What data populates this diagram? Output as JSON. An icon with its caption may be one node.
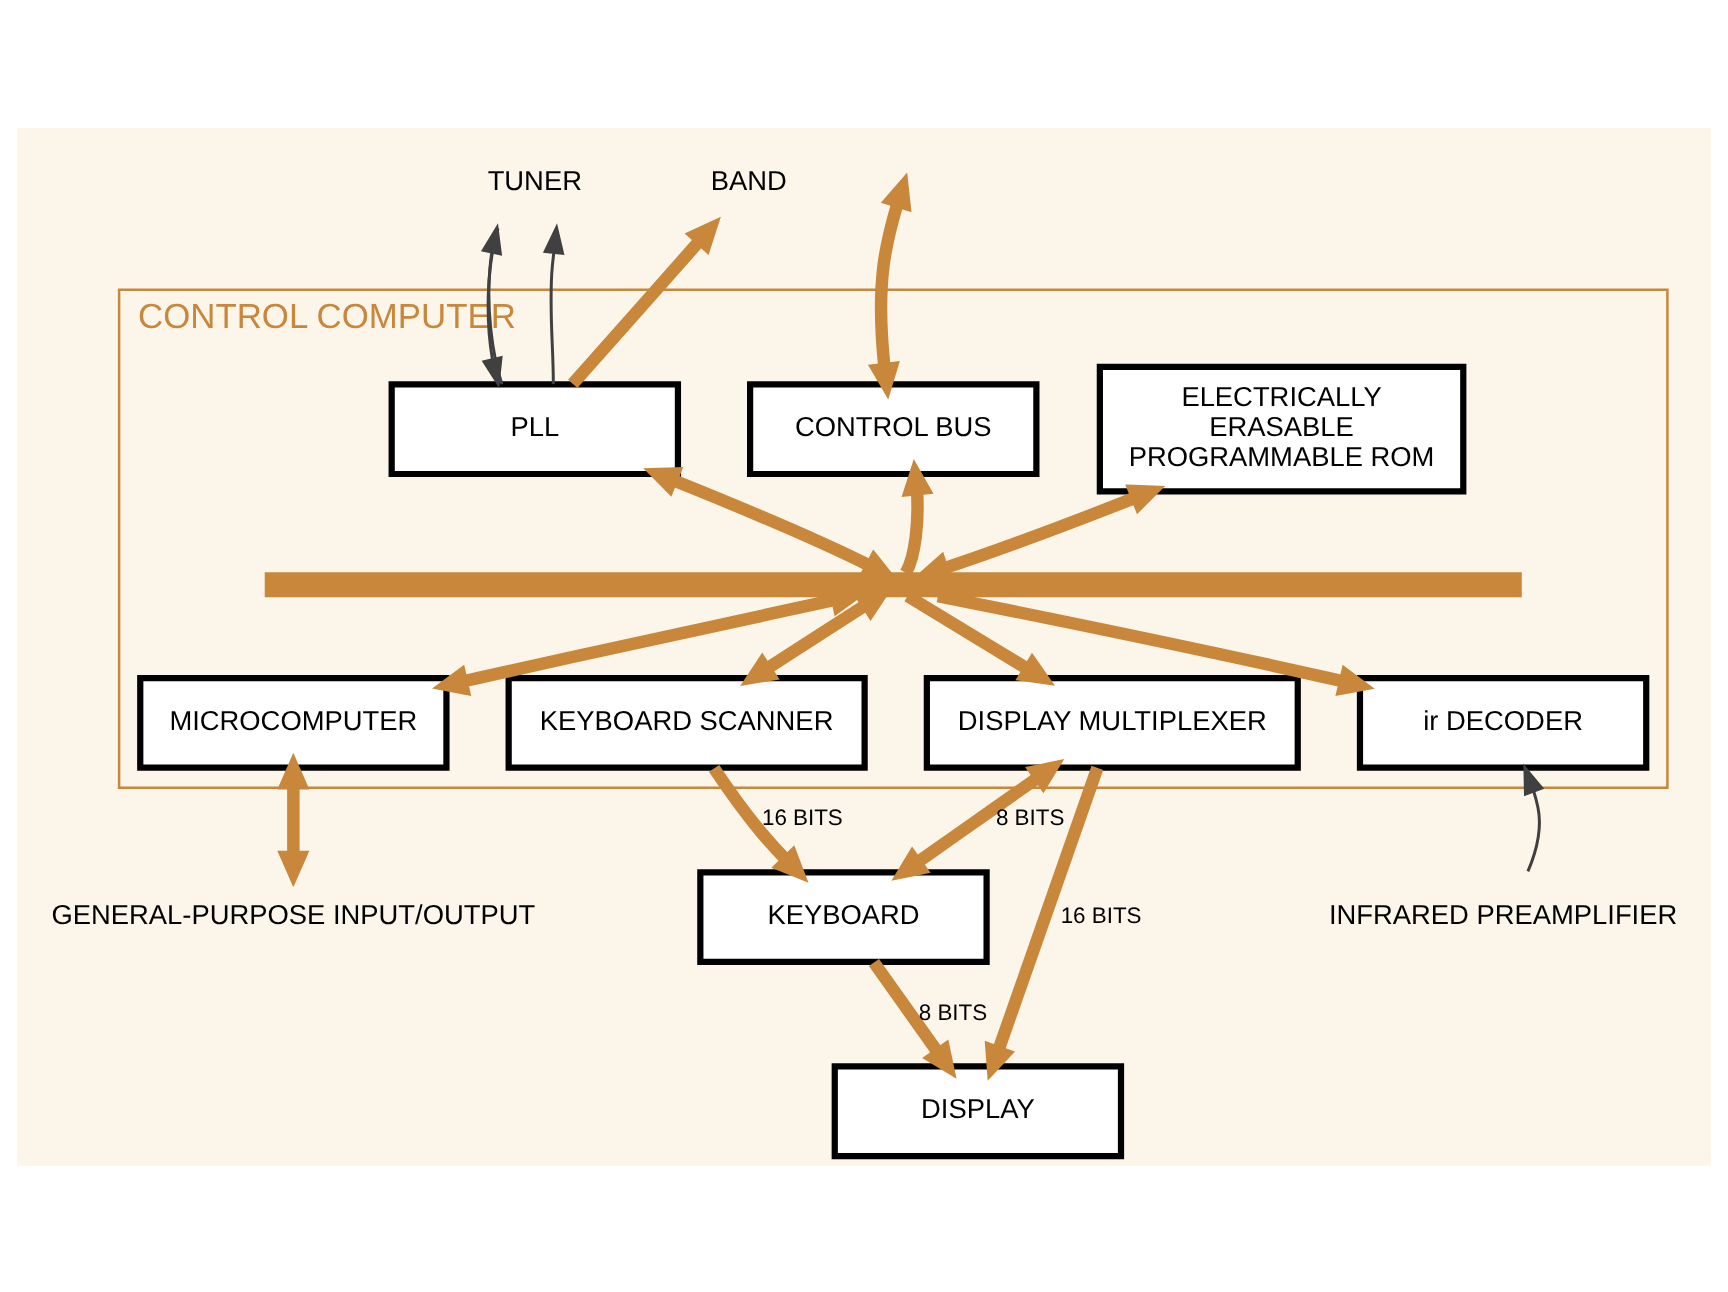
{
  "diagram": {
    "nodes": [
      {
        "text": [
          "CONTROL COMPUTER"
        ]
      },
      {
        "text": [
          "ELECTRICALLY ERASABLE PROGRAMMABLE ROM"
        ],
        "in": 0
      },
      {
        "text": [
          "PLL"
        ],
        "in": 0
      },
      {
        "text": [
          "CONTROL BUS"
        ],
        "in": 0
      },
      {
        "text": [
          "MICROCOMPUTER"
        ],
        "in": 0
      },
      {
        "text": [
          "KEYBOARD SCANNER"
        ],
        "in": 0
      },
      {
        "text": [
          "DISPLAY MULTIPLEXER"
        ],
        "in": 0
      },
      {
        "text": [
          "ir DECODER"
        ],
        "in": 0
      },
      {
        "text": [
          "KEYBOARD"
        ]
      },
      {
        "text": [
          "DISPLAY"
        ]
      },
      {
        "text": [
          "TUNER"
        ]
      },
      {
        "text": [
          "BAND"
        ]
      },
      {
        "text": [
          "INFRARED PREAMPLIFIER"
        ]
      },
      {
        "text": [
          "GENERAL-PURPOSE INPUT/OUTPUT"
        ]
      },
      {
        "text": [],
        "shape": "bar",
        "in": 0
      }
    ],
    "edges": [
      {
        "from": 10,
        "to": 2,
        "arrow": "to",
        "color": "#404040"
      },
      {
        "from": 2,
        "to": 10,
        "arrow": "to",
        "color": "#404040"
      },
      {
        "from": 2,
        "to": 10,
        "arrow": "to",
        "color": "#404040"
      },
      {
        "from": 2,
        "to": 11,
        "arrow": "to"
      },
      {
        "from": 3,
        "to": null,
        "arrow": "both"
      },
      {
        "from": 14,
        "to": 1,
        "arrow": "both"
      },
      {
        "from": 14,
        "to": 2,
        "arrow": "both"
      },
      {
        "from": 14,
        "to": 3,
        "arrow": "to"
      },
      {
        "from": 14,
        "to": 4,
        "arrow": "both"
      },
      {
        "from": 14,
        "to": 5,
        "arrow": "both"
      },
      {
        "from": 14,
        "to": 6,
        "arrow": "to"
      },
      {
        "from": 14,
        "to": 7,
        "arrow": "to"
      },
      {
        "from": 4,
        "to": 13,
        "arrow": "both"
      },
      {
        "from": 5,
        "to": 8,
        "arrow": "to",
        "label": "16 BITS"
      },
      {
        "from": 6,
        "to": 8,
        "arrow": "both",
        "label": "8 BITS"
      },
      {
        "from": 8,
        "to": 9,
        "arrow": "to",
        "label": "8 BITS"
      },
      {
        "from": 6,
        "to": 9,
        "arrow": "to",
        "label": "16 BITS"
      },
      {
        "from": 12,
        "to": 7,
        "arrow": "to",
        "color": "#404040"
      }
    ]
  }
}
